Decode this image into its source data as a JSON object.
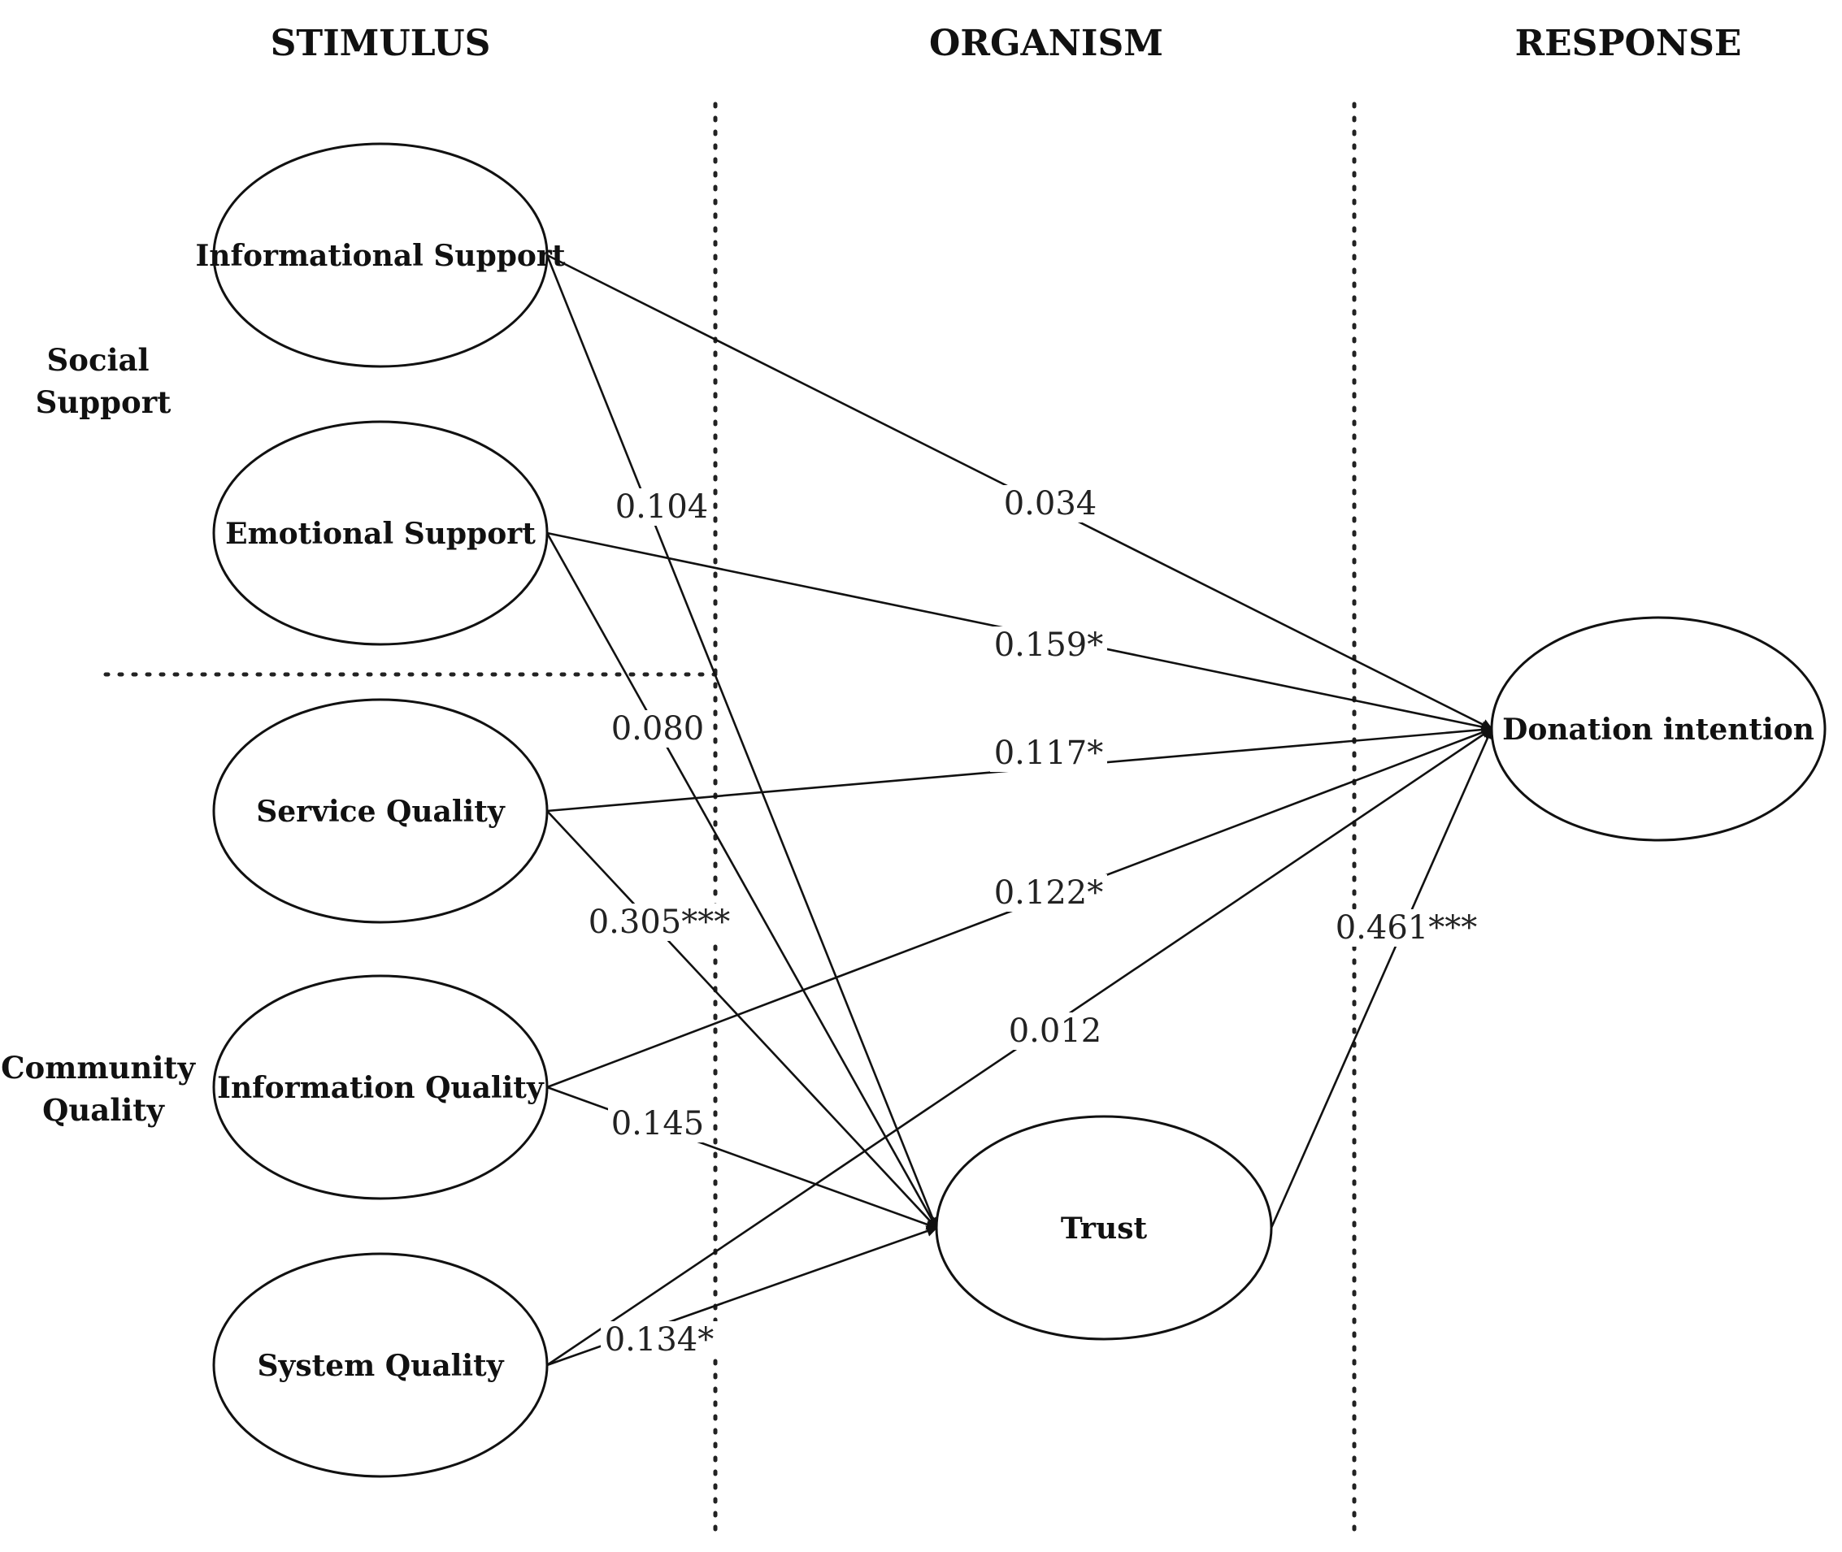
{
  "headings": {
    "stimulus": "STIMULUS",
    "organism": "ORGANISM",
    "response": "RESPONSE"
  },
  "groups": {
    "social_support": [
      "Social",
      "Support"
    ],
    "community_quality": [
      "Community",
      "Quality"
    ]
  },
  "nodes": {
    "informational_support": "Informational Support",
    "emotional_support": "Emotional Support",
    "service_quality": "Service Quality",
    "information_quality": "Information Quality",
    "system_quality": "System Quality",
    "trust": "Trust",
    "donation_intention": "Donation intention"
  },
  "paths": [
    {
      "from": "informational_support",
      "to": "trust",
      "coefficient": "0.104"
    },
    {
      "from": "informational_support",
      "to": "donation_intention",
      "coefficient": "0.034"
    },
    {
      "from": "emotional_support",
      "to": "trust",
      "coefficient": "0.080"
    },
    {
      "from": "emotional_support",
      "to": "donation_intention",
      "coefficient": "0.159*"
    },
    {
      "from": "service_quality",
      "to": "trust",
      "coefficient": "0.305***"
    },
    {
      "from": "service_quality",
      "to": "donation_intention",
      "coefficient": "0.117*"
    },
    {
      "from": "information_quality",
      "to": "trust",
      "coefficient": "0.145"
    },
    {
      "from": "information_quality",
      "to": "donation_intention",
      "coefficient": "0.122*"
    },
    {
      "from": "system_quality",
      "to": "trust",
      "coefficient": "0.134*"
    },
    {
      "from": "system_quality",
      "to": "donation_intention",
      "coefficient": "0.012"
    },
    {
      "from": "trust",
      "to": "donation_intention",
      "coefficient": "0.461***"
    }
  ]
}
